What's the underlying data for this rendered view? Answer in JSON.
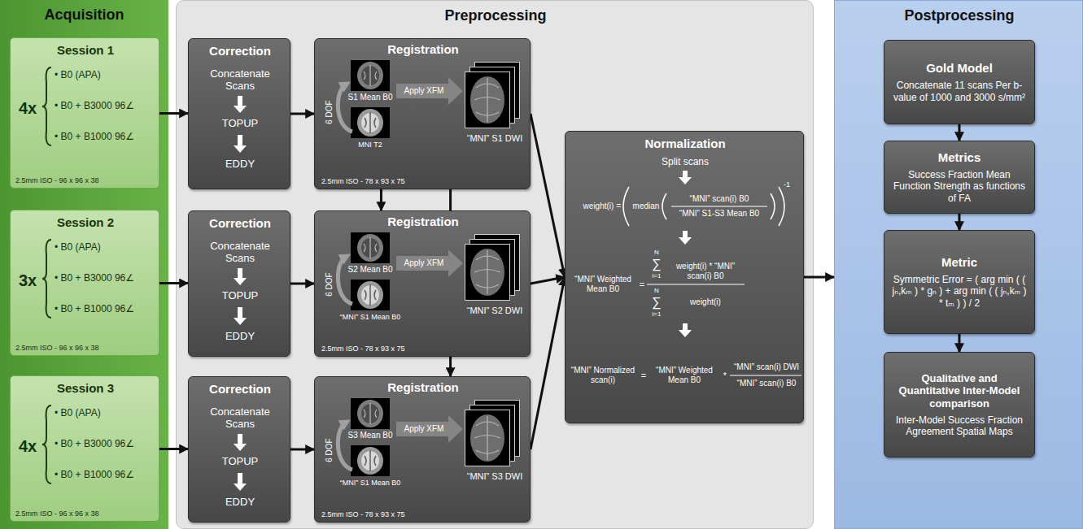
{
  "diagram": {
    "nodes": [
      {
        "text": [
          "Acquisition"
        ]
      },
      {
        "text": [
          "Session 1",
          "4x",
          "• B0 (APA)",
          "• B0 + B3000 96∠",
          "• B0 + B1000 96∠",
          "2.5mm ISO - 96 x 96 x 38"
        ],
        "in": 0
      },
      {
        "text": [
          "Session 2",
          "3x",
          "• B0 (APA)",
          "• B0 + B3000 96∠",
          "• B0 + B1000 96∠",
          "2.5mm ISO - 96 x 96 x 38"
        ],
        "in": 0
      },
      {
        "text": [
          "Session 3",
          "4x",
          "• B0 (APA)",
          "• B0 + B3000 96∠",
          "• B0 + B1000 96∠",
          "2.5mm ISO - 96 x 96 x 38"
        ],
        "in": 0
      },
      {
        "text": [
          "Preprocessing"
        ]
      },
      {
        "text": [
          "Correction",
          "Concatenate Scans",
          "TOPUP",
          "EDDY"
        ],
        "in": 4
      },
      {
        "text": [
          "Registration",
          "S1 Mean B0",
          "6 DOF",
          "MNI T2",
          "Apply XFM",
          "“MNI” S1 DWI",
          "2.5mm ISO - 78 x 93 x 75"
        ],
        "in": 4
      },
      {
        "text": [
          "Correction",
          "Concatenate Scans",
          "TOPUP",
          "EDDY"
        ],
        "in": 4
      },
      {
        "text": [
          "Registration",
          "S2 Mean B0",
          "6 DOF",
          "“MNI” S1 Mean B0",
          "Apply XFM",
          "“MNI” S2 DWI",
          "2.5mm ISO - 78 x 93 x 75"
        ],
        "in": 4
      },
      {
        "text": [
          "Correction",
          "Concatenate Scans",
          "TOPUP",
          "EDDY"
        ],
        "in": 4
      },
      {
        "text": [
          "Registration",
          "S3 Mean B0",
          "6 DOF",
          "“MNI” S1 Mean B0",
          "Apply XFM",
          "“MNI” S3 DWI",
          "2.5mm ISO - 78 x 93 x 75"
        ],
        "in": 4
      },
      {
        "text": [
          "Normalization",
          "Split scans",
          "weight(i) =",
          "median",
          "“MNI” scan(i) B0",
          "“MNI” S1-S3 Mean B0",
          "-1",
          "“MNI” Weighted Mean B0",
          "=",
          "N",
          "∑",
          "i=1",
          "weight(i) * “MNI” scan(i) B0",
          "N",
          "∑",
          "i=1",
          "weight(i)",
          "“MNI” Normalized scan(i)",
          "=",
          "“MNI” Weighted Mean B0",
          "*",
          "“MNI” scan(i) DWI",
          "“MNI” scan(i) B0"
        ],
        "in": 4
      },
      {
        "text": [
          "Postprocessing"
        ]
      },
      {
        "text": [
          "Gold Model",
          "Concatenate 11 scans Per b-value of 1000 and 3000 s/mm²"
        ],
        "in": 12
      },
      {
        "text": [
          "Metrics",
          "Success Fraction Mean Function Strength as functions of FA"
        ],
        "in": 12
      },
      {
        "text": [
          "Metric",
          "Symmetric Error = ( arg min ( ( jₙ,kₘ ) * gₙ ) + arg min ( ( jₙ,kₘ ) * tₘ ) ) / 2"
        ],
        "in": 12
      },
      {
        "text": [
          "Qualitative and Quantitative Inter-Model comparison",
          "Inter-Model Success Fraction Agreement Spatial Maps"
        ],
        "in": 12
      }
    ],
    "edges": [
      {
        "from": 1,
        "to": 5,
        "arrow": "to"
      },
      {
        "from": 2,
        "to": 7,
        "arrow": "to"
      },
      {
        "from": 3,
        "to": 9,
        "arrow": "to"
      },
      {
        "from": 5,
        "to": 6,
        "arrow": "to"
      },
      {
        "from": 7,
        "to": 8,
        "arrow": "to"
      },
      {
        "from": 9,
        "to": 10,
        "arrow": "to"
      },
      {
        "from": 6,
        "to": 8,
        "arrow": "to"
      },
      {
        "from": 6,
        "to": 10,
        "arrow": "to"
      },
      {
        "from": 6,
        "to": 11,
        "arrow": "to"
      },
      {
        "from": 8,
        "to": 11,
        "arrow": "to"
      },
      {
        "from": 10,
        "to": 11,
        "arrow": "to"
      },
      {
        "from": 11,
        "to": 12,
        "arrow": "to"
      },
      {
        "from": 13,
        "to": 14,
        "arrow": "to"
      },
      {
        "from": 14,
        "to": 15,
        "arrow": "to"
      },
      {
        "from": 15,
        "to": 16,
        "arrow": "to"
      }
    ]
  }
}
